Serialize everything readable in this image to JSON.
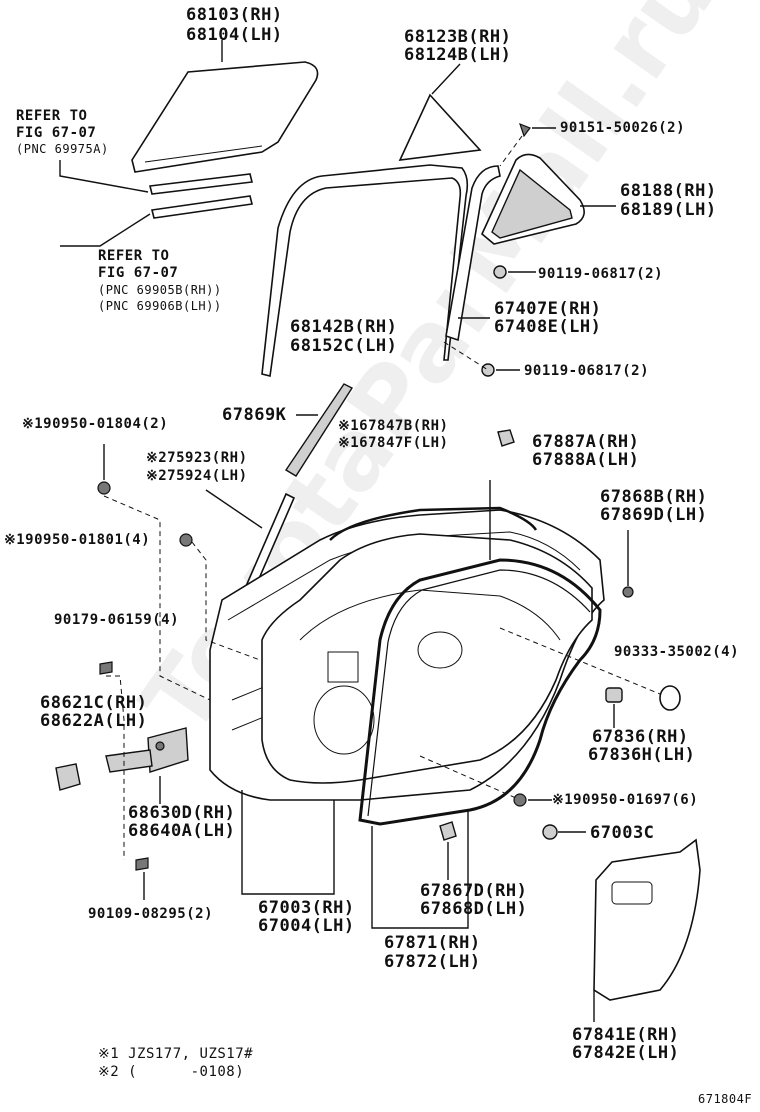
{
  "labels": {
    "p68103": "68103(RH)",
    "p68104": "68104(LH)",
    "p68123b": "68123B(RH)",
    "p68124b": "68124B(LH)",
    "refer1_a": "REFER TO",
    "refer1_b": "FIG 67-07",
    "refer1_c": "(PNC 69975A)",
    "p90151": "90151-50026(2)",
    "p68188": "68188(RH)",
    "p68189": "68189(LH)",
    "refer2_a": "REFER TO",
    "refer2_b": "FIG 67-07",
    "refer2_c": "(PNC 69905B(RH))",
    "refer2_d": "(PNC 69906B(LH))",
    "p90119a": "90119-06817(2)",
    "p67407e": "67407E(RH)",
    "p67408e": "67408E(LH)",
    "p68142b": "68142B(RH)",
    "p68152c": "68152C(LH)",
    "p90119b": "90119-06817(2)",
    "p67869k": "67869K",
    "p190950_01804": "※190950-01804(2)",
    "p167847b": "※167847B(RH)",
    "p167847f": "※167847F(LH)",
    "p67887a": "67887A(RH)",
    "p67888a": "67888A(LH)",
    "p275923": "※275923(RH)",
    "p275924": "※275924(LH)",
    "p67868b": "67868B(RH)",
    "p67869d": "67869D(LH)",
    "p190950_01801": "※190950-01801(4)",
    "p90179": "90179-06159(4)",
    "p90333": "90333-35002(4)",
    "p68621c": "68621C(RH)",
    "p68622a": "68622A(LH)",
    "p67836a": "67836(RH)",
    "p67836h": "67836H(LH)",
    "p190950_01697": "※190950-01697(6)",
    "p68630d": "68630D(RH)",
    "p68640a": "68640A(LH)",
    "p67003c": "67003C",
    "p67867d": "67867D(RH)",
    "p67868d": "67868D(LH)",
    "p90109": "90109-08295(2)",
    "p67003": "67003(RH)",
    "p67004": "67004(LH)",
    "p67871": "67871(RH)",
    "p67872": "67872(LH)",
    "p67841e": "67841E(RH)",
    "p67842e": "67842E(LH)"
  },
  "footnotes": {
    "note1": "※1 JZS177, UZS17#",
    "note2": "※2 (      -0108)"
  },
  "figure_code": "671804F",
  "watermark": "ToyotaParMall.ru"
}
